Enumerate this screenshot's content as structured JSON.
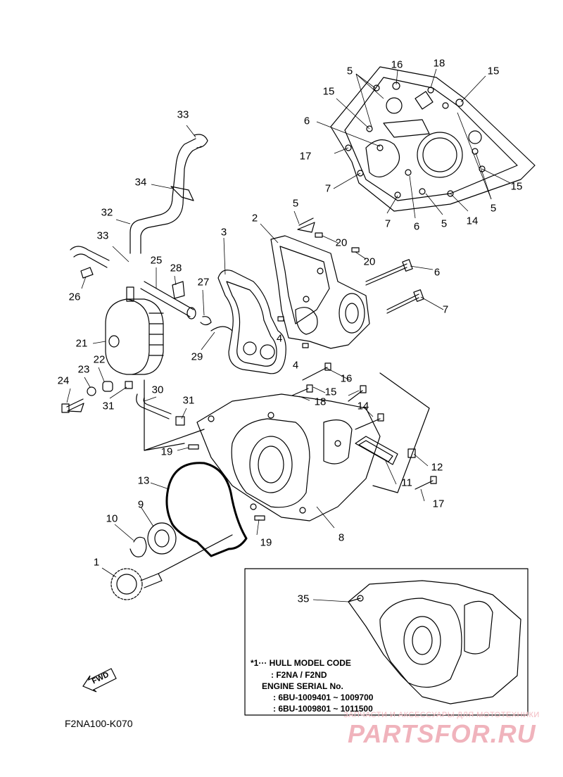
{
  "diagram": {
    "callouts": [
      {
        "id": "c1",
        "text": "1"
      },
      {
        "id": "c2",
        "text": "2"
      },
      {
        "id": "c3",
        "text": "3"
      },
      {
        "id": "c4a",
        "text": "4"
      },
      {
        "id": "c4b",
        "text": "4"
      },
      {
        "id": "c5a",
        "text": "5"
      },
      {
        "id": "c5b",
        "text": "5"
      },
      {
        "id": "c5c",
        "text": "5"
      },
      {
        "id": "c5d",
        "text": "5"
      },
      {
        "id": "c6a",
        "text": "6"
      },
      {
        "id": "c6b",
        "text": "6"
      },
      {
        "id": "c6c",
        "text": "6"
      },
      {
        "id": "c7a",
        "text": "7"
      },
      {
        "id": "c7b",
        "text": "7"
      },
      {
        "id": "c7c",
        "text": "7"
      },
      {
        "id": "c8",
        "text": "8"
      },
      {
        "id": "c9",
        "text": "9"
      },
      {
        "id": "c10",
        "text": "10"
      },
      {
        "id": "c11",
        "text": "11"
      },
      {
        "id": "c12",
        "text": "12"
      },
      {
        "id": "c13",
        "text": "13"
      },
      {
        "id": "c14a",
        "text": "14"
      },
      {
        "id": "c14b",
        "text": "14"
      },
      {
        "id": "c15a",
        "text": "15"
      },
      {
        "id": "c15b",
        "text": "15"
      },
      {
        "id": "c15c",
        "text": "15"
      },
      {
        "id": "c15d",
        "text": "15"
      },
      {
        "id": "c16a",
        "text": "16"
      },
      {
        "id": "c16b",
        "text": "16"
      },
      {
        "id": "c17a",
        "text": "17"
      },
      {
        "id": "c17b",
        "text": "17"
      },
      {
        "id": "c18a",
        "text": "18"
      },
      {
        "id": "c18b",
        "text": "18"
      },
      {
        "id": "c19a",
        "text": "19"
      },
      {
        "id": "c19b",
        "text": "19"
      },
      {
        "id": "c20a",
        "text": "20"
      },
      {
        "id": "c20b",
        "text": "20"
      },
      {
        "id": "c21",
        "text": "21"
      },
      {
        "id": "c22",
        "text": "22"
      },
      {
        "id": "c23",
        "text": "23"
      },
      {
        "id": "c24",
        "text": "24"
      },
      {
        "id": "c25",
        "text": "25"
      },
      {
        "id": "c26",
        "text": "26"
      },
      {
        "id": "c27",
        "text": "27"
      },
      {
        "id": "c28",
        "text": "28"
      },
      {
        "id": "c29",
        "text": "29"
      },
      {
        "id": "c30",
        "text": "30"
      },
      {
        "id": "c31a",
        "text": "31"
      },
      {
        "id": "c31b",
        "text": "31"
      },
      {
        "id": "c32",
        "text": "32"
      },
      {
        "id": "c33a",
        "text": "33"
      },
      {
        "id": "c33b",
        "text": "33"
      },
      {
        "id": "c34",
        "text": "34"
      },
      {
        "id": "c35",
        "text": "35"
      }
    ],
    "inset_note": {
      "line1": "*1··· HULL MODEL CODE",
      "line2": ": F2NA / F2ND",
      "line3": "ENGINE SERIAL No.",
      "line4": ": 6BU-1009401 ~ 1009700",
      "line5": ": 6BU-1009801 ~ 1011500"
    },
    "fwd_label": "FWD",
    "diagram_code": "F2NA100-K070"
  },
  "watermark": {
    "tagline": "ЗАПЧАСТИ И АКСЕССУАРЫ ДЛЯ МОТОТЕХНИКИ",
    "logo": "PARTSFOR.RU",
    "color": "#f0b3bc"
  }
}
